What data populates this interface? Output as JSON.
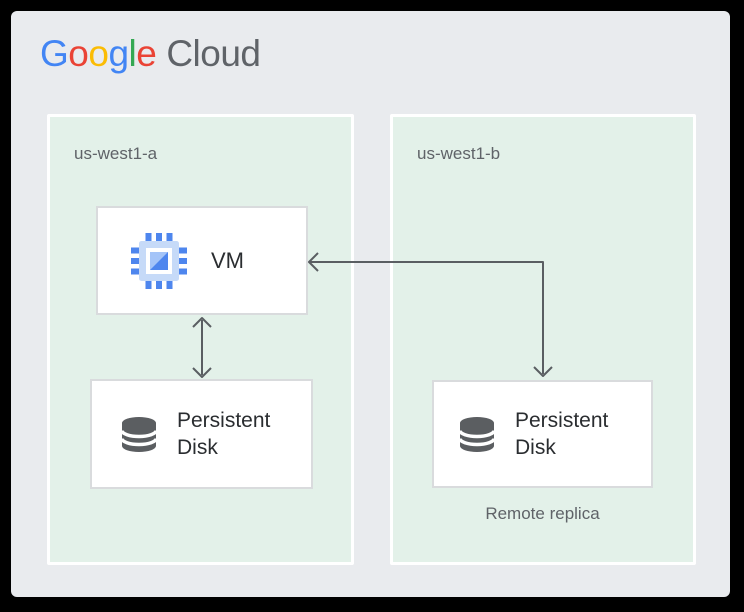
{
  "logo": {
    "word1_letters": [
      {
        "char": "G",
        "color": "#4285F4"
      },
      {
        "char": "o",
        "color": "#EA4335"
      },
      {
        "char": "o",
        "color": "#FBBC04"
      },
      {
        "char": "g",
        "color": "#4285F4"
      },
      {
        "char": "l",
        "color": "#34A853"
      },
      {
        "char": "e",
        "color": "#EA4335"
      }
    ],
    "word2": "Cloud",
    "word2_color": "#5F6368"
  },
  "diagram": {
    "zones": [
      {
        "label": "us-west1-a"
      },
      {
        "label": "us-west1-b"
      }
    ],
    "nodes": {
      "vm": {
        "label": "VM",
        "icon": "compute-engine-icon"
      },
      "disk_local": {
        "label": "Persistent Disk",
        "icon": "persistent-disk-icon"
      },
      "disk_remote": {
        "label": "Persistent Disk",
        "icon": "persistent-disk-icon",
        "caption": "Remote replica"
      }
    },
    "edges": [
      {
        "from": "vm",
        "to": "disk_local",
        "style": "double-headed-vertical-arrow"
      },
      {
        "from": "disk_remote",
        "to": "vm",
        "style": "elbow-double-headed-arrow"
      }
    ],
    "colors": {
      "frame": "#000000",
      "canvas_background": "#E9EBEE",
      "zone_fill": "#E3F1E9",
      "zone_border": "#FFFFFF",
      "node_fill": "#FFFFFF",
      "node_border": "#D9DBDD",
      "arrow": "#5A5E62",
      "label_gray": "#5F6368",
      "label_dark": "#2A2D30",
      "vm_icon_blue": "#4E86EE",
      "vm_icon_light_blue": "#C6DAF8",
      "disk_icon_gray": "#5B5E61"
    }
  }
}
